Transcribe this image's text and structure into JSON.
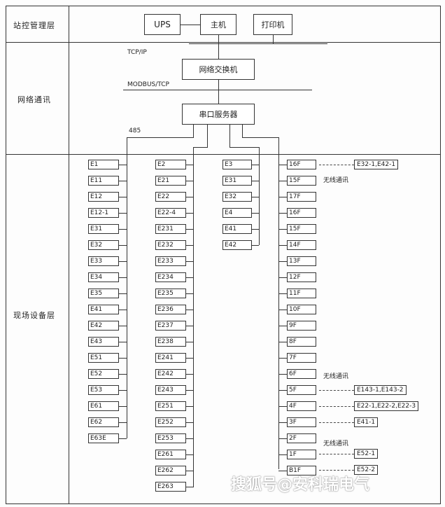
{
  "layers": {
    "station": "站控管理层",
    "network": "网络通讯",
    "field": "现场设备层"
  },
  "station_layer": {
    "ups": "UPS",
    "host": "主机",
    "printer": "打印机"
  },
  "network_layer": {
    "tcpip": "TCP/IP",
    "switch": "网络交换机",
    "modbus": "MODBUS/TCP",
    "serial_server": "串口服务器",
    "rs485": "485"
  },
  "field_layer": {
    "column1": [
      "E1",
      "E11",
      "E12",
      "E12-1",
      "E31",
      "E32",
      "E33",
      "E34",
      "E35",
      "E41",
      "E42",
      "E43",
      "E51",
      "E52",
      "E53",
      "E61",
      "E62",
      "E63E"
    ],
    "column2": [
      "E2",
      "E21",
      "E22",
      "E22-4",
      "E231",
      "E232",
      "E233",
      "E234",
      "E235",
      "E236",
      "E237",
      "E238",
      "E241",
      "E242",
      "E243",
      "E251",
      "E252",
      "E253",
      "E261",
      "E262",
      "E263"
    ],
    "column3": [
      "E3",
      "E31",
      "E32",
      "E4",
      "E41",
      "E42"
    ],
    "column4": [
      "16F",
      "15F",
      "17F",
      "16F",
      "15F",
      "14F",
      "13F",
      "12F",
      "11F",
      "10F",
      "9F",
      "8F",
      "7F",
      "6F",
      "5F",
      "4F",
      "3F",
      "2F",
      "1F",
      "B1F"
    ],
    "wireless_label": "无线通讯",
    "wireless_groups": [
      {
        "label": "",
        "devices": [
          "E32-1,E42-1"
        ]
      },
      {
        "label": "无线通讯",
        "devices": []
      },
      {
        "label": "无线通讯",
        "devices": [
          "E143-1,E143-2",
          "E22-1,E22-2,E22-3",
          "E41-1"
        ]
      },
      {
        "label": "无线通讯",
        "devices": [
          "E52-1",
          "E52-2"
        ]
      }
    ]
  },
  "watermark": "搜狐号@安科瑞电气"
}
